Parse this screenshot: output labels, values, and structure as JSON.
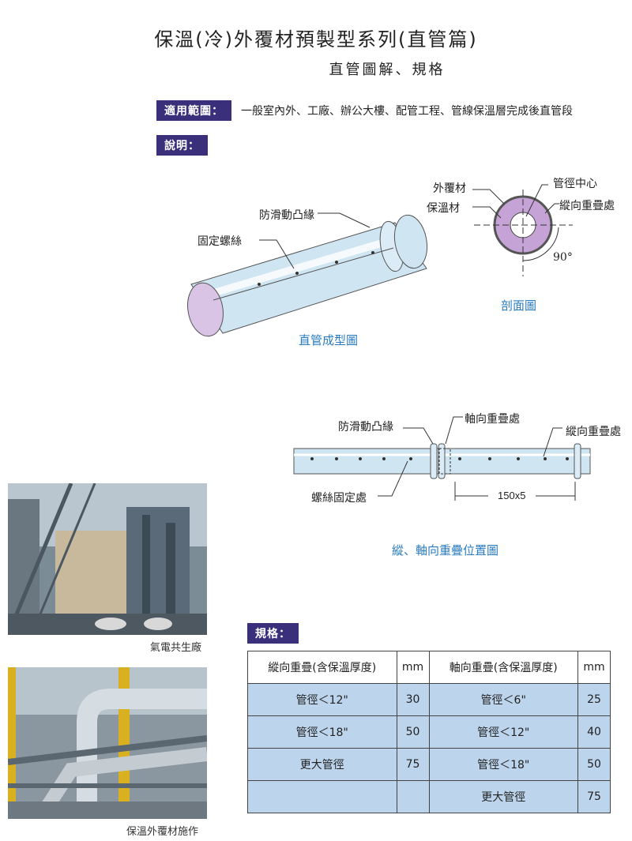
{
  "title": "保溫(冷)外覆材預製型系列(直管篇)",
  "subtitle": "直管圖解、規格",
  "scope": {
    "tag": "適用範圍：",
    "text": "一般室內外、工廠、辦公大樓、配管工程、管線保溫層完成後直管段"
  },
  "explain_tag": "說明：",
  "pipe_diagram": {
    "anti_slip_flange": "防滑動凸緣",
    "fixing_screw": "固定螺絲",
    "caption": "直管成型圖"
  },
  "section_diagram": {
    "outer_cover": "外覆材",
    "insulation": "保溫材",
    "pipe_center": "管徑中心",
    "longitudinal_overlap": "縱向重疊處",
    "angle": "90°",
    "caption": "剖面圖"
  },
  "overlap_diagram": {
    "anti_slip_flange": "防滑動凸緣",
    "axial_overlap": "軸向重疊處",
    "longitudinal_overlap": "縱向重疊處",
    "screw_fix": "螺絲固定處",
    "dimension": "150x5",
    "caption": "縱、軸向重疊位置圖"
  },
  "photos": {
    "photo1_caption": "氣電共生廠",
    "photo2_caption": "保溫外覆材施作"
  },
  "spec": {
    "tag": "規格：",
    "header": {
      "col1": "縱向重疊(含保溫厚度)",
      "unit1": "mm",
      "col2": "軸向重疊(含保溫厚度)",
      "unit2": "mm"
    },
    "rows": [
      {
        "a": "管徑＜12\"",
        "av": "30",
        "b": "管徑＜6\"",
        "bv": "25"
      },
      {
        "a": "管徑＜18\"",
        "av": "50",
        "b": "管徑＜12\"",
        "bv": "40"
      },
      {
        "a": "更大管徑",
        "av": "75",
        "b": "管徑＜18\"",
        "bv": "50"
      },
      {
        "a": "",
        "av": "",
        "b": "更大管徑",
        "bv": "75"
      }
    ]
  },
  "colors": {
    "tag_bg": "#3a2f7a",
    "caption_blue": "#2a7cc0",
    "table_fill": "#bcd4ec",
    "pipe_fill": "#cfe6f2",
    "insulation_fill": "#c6a3d6"
  }
}
